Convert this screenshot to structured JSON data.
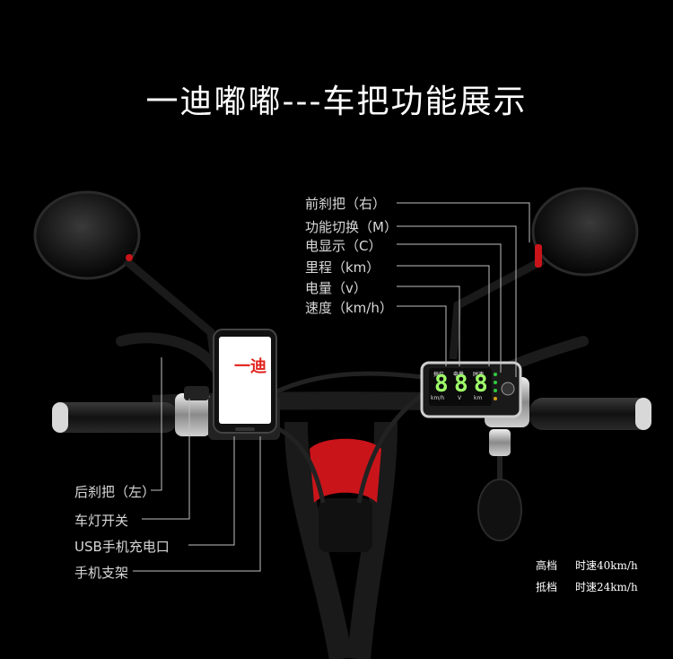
{
  "title": "一迪嘟嘟---车把功能展示",
  "labels_right": [
    "前刹把（右）",
    "功能切换（M）",
    "电显示（C）",
    "里程（km）",
    "电量（v）",
    "速度（km/h）"
  ],
  "labels_left": [
    "后刹把（左）",
    "车灯开关",
    "USB手机充电口",
    "手机支架"
  ],
  "phone_screen_text": "一迪",
  "display": {
    "headers": [
      "挡位",
      "电量",
      "时速"
    ],
    "digits": [
      "8",
      "8",
      "8"
    ],
    "units": [
      "km/h",
      "V",
      "km"
    ]
  },
  "speed_info": [
    {
      "gear": "高档",
      "speed": "时速40km/h"
    },
    {
      "gear": "抵档",
      "speed": "时速24km/h"
    }
  ],
  "colors": {
    "background": "#000000",
    "accent_red": "#e0221b",
    "display_green": "#9fff6a",
    "label_text": "#d8d8d8"
  }
}
